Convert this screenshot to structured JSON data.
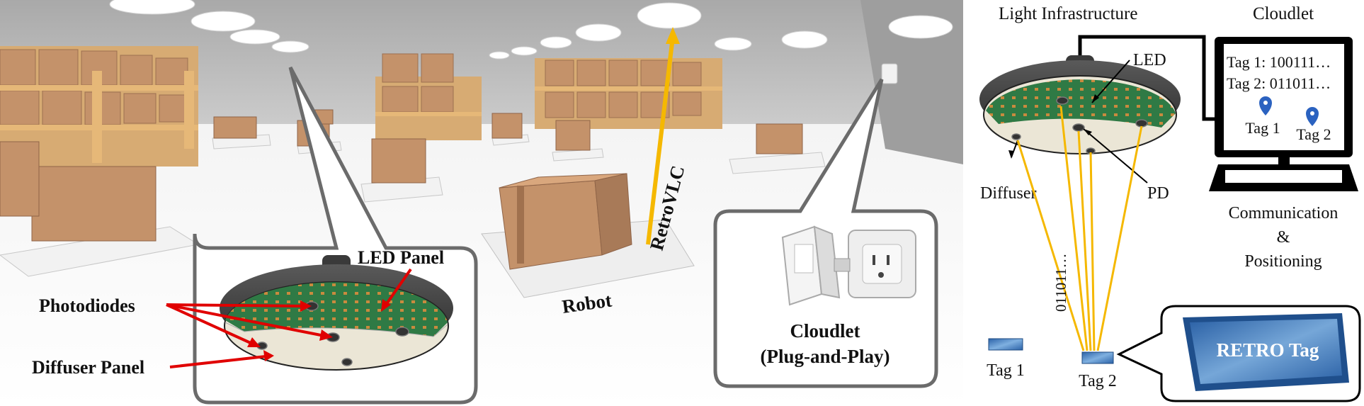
{
  "left_scene": {
    "callout_lamp": {
      "led_panel": "LED Panel",
      "photodiodes": "Photodiodes",
      "diffuser_panel": "Diffuser Panel"
    },
    "retrovlc_label": "RetroVLC",
    "robot_label": "Robot",
    "cloudlet_callout": {
      "line1": "Cloudlet",
      "line2": "(Plug-and-Play)"
    }
  },
  "right_diagram": {
    "light_infrastructure": "Light Infrastructure",
    "cloudlet_title": "Cloudlet",
    "led": "LED",
    "pd": "PD",
    "diffuser": "Diffuser",
    "screen_lines": [
      "Tag 1: 100111…",
      "Tag 2: 011011…"
    ],
    "screen_tag1": "Tag 1",
    "screen_tag2": "Tag 2",
    "communication": "Communication",
    "ampersand": "&",
    "positioning": "Positioning",
    "bitstream": "011011…",
    "tag1": "Tag 1",
    "tag2": "Tag 2",
    "retro_tag": "RETRO Tag"
  },
  "colors": {
    "light_beam": "#f5b800",
    "callout_arrow": "#e00000",
    "callout_frame": "#6b6b6b",
    "ceiling": "#bdbdbd",
    "pcb_green": "#2f7a45",
    "box_brown": "#c4926a",
    "tag_blue": "#3b7fd0"
  }
}
